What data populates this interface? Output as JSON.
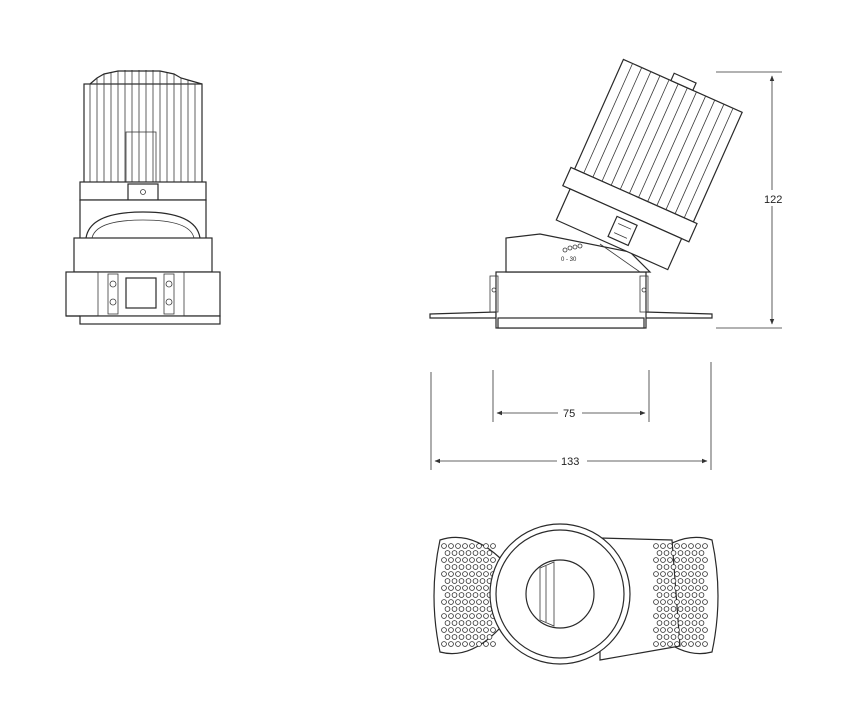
{
  "dimensions": {
    "height": "122",
    "inner_width": "75",
    "outer_width": "133"
  },
  "angle_marking": "0 - 30",
  "colors": {
    "line": "#2a2a2a",
    "background": "#ffffff"
  }
}
